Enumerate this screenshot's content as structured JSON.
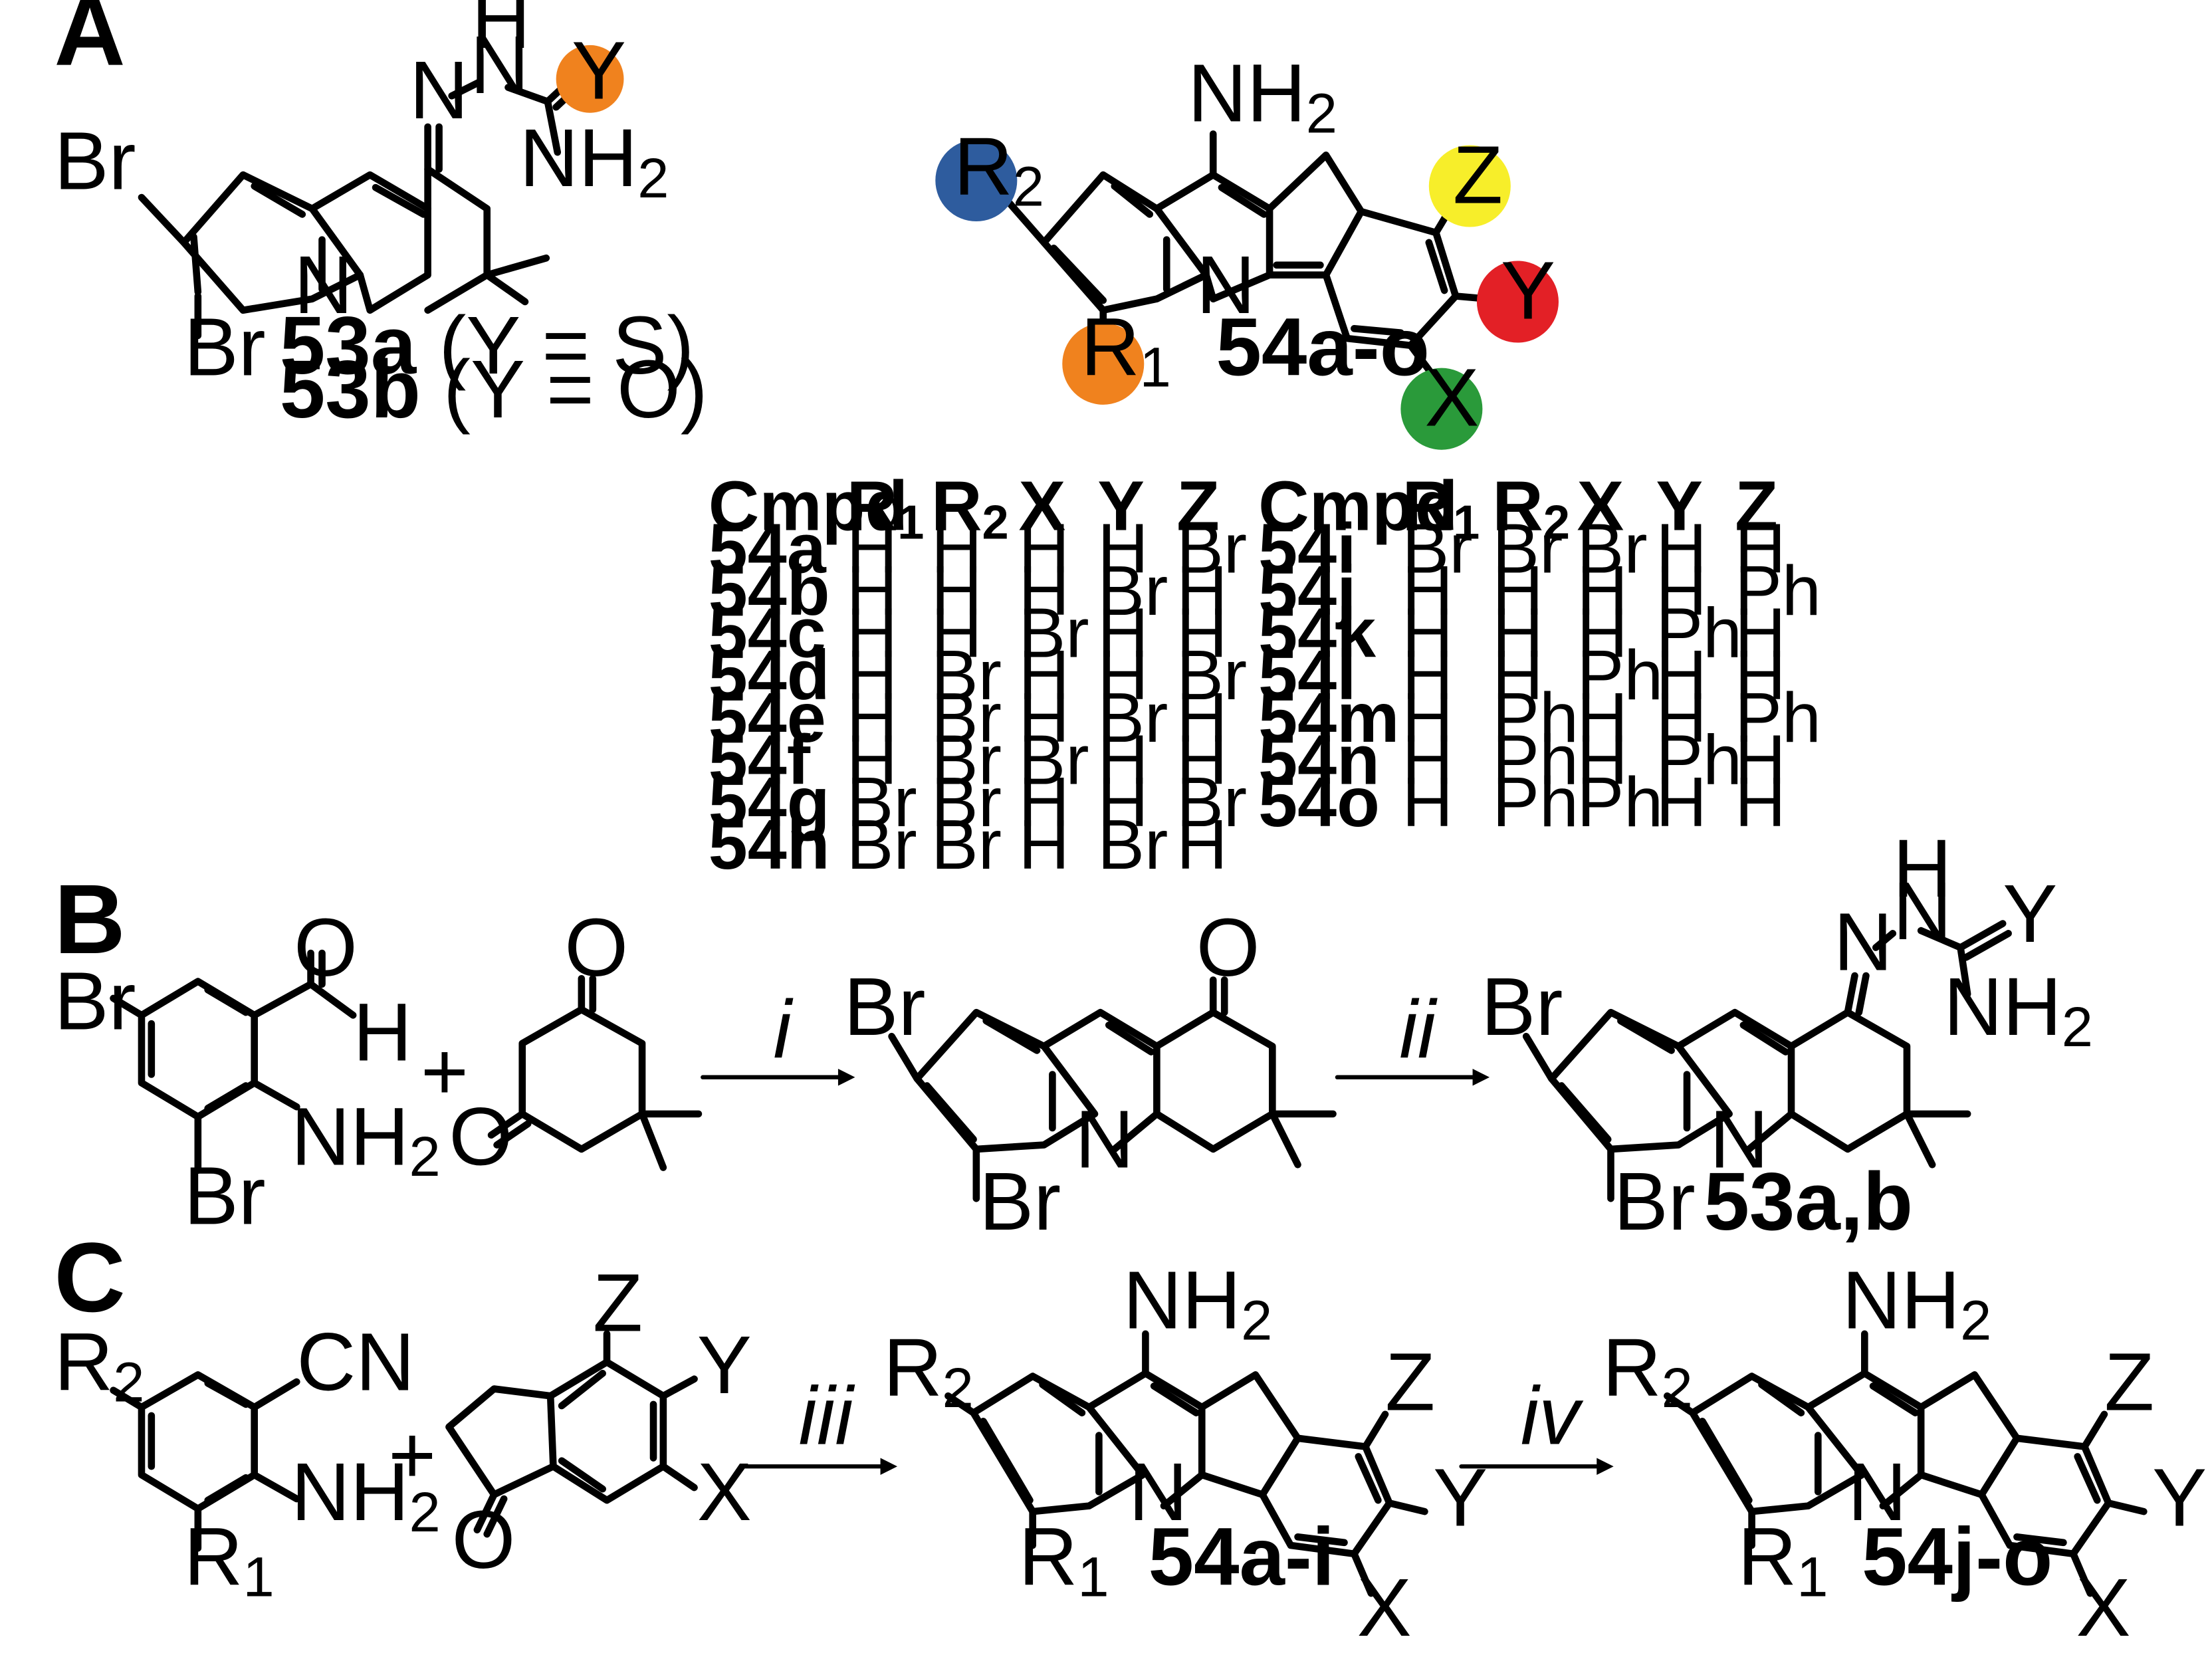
{
  "panels": {
    "a": "A",
    "b": "B",
    "c": "C"
  },
  "substituents": {
    "R1": "R",
    "R1_sub": "1",
    "R2": "R",
    "R2_sub": "2",
    "X": "X",
    "Y": "Y",
    "Z": "Z"
  },
  "atoms": {
    "Br": "Br",
    "N": "N",
    "NH2": "NH",
    "NH2_sub": "2",
    "H": "H",
    "O": "O",
    "CN": "CN",
    "Y": "Y"
  },
  "compound_labels": {
    "c53a_id": "53a",
    "c53a_note": " (Y = S)",
    "c53b_id": "53b",
    "c53b_note": " (Y = O)",
    "c54ao": "54a-o",
    "c53ab": "53a,b",
    "c54ai": "54a-i",
    "c54jo": "54j-o"
  },
  "plus": "+",
  "steps": {
    "i": "i",
    "ii": "ii",
    "iii": "iii",
    "iv": "iv"
  },
  "colors": {
    "R2": "#2e5c9e",
    "R1": "#f0821e",
    "Y53": "#f0821e",
    "Z": "#f7ee2a",
    "Y": "#e32026",
    "X": "#2a9a3a"
  },
  "table": {
    "headers": [
      "Cmpd",
      "R1",
      "R2",
      "X",
      "Y",
      "Z"
    ],
    "left_rows": [
      [
        "54a",
        "H",
        "H",
        "H",
        "H",
        "Br"
      ],
      [
        "54b",
        "H",
        "H",
        "H",
        "Br",
        "H"
      ],
      [
        "54c",
        "H",
        "H",
        "Br",
        "H",
        "H"
      ],
      [
        "54d",
        "H",
        "Br",
        "H",
        "H",
        "Br"
      ],
      [
        "54e",
        "H",
        "Br",
        "H",
        "Br",
        "H"
      ],
      [
        "54f",
        "H",
        "Br",
        "Br",
        "H",
        "H"
      ],
      [
        "54g",
        "Br",
        "Br",
        "H",
        "H",
        "Br"
      ],
      [
        "54h",
        "Br",
        "Br",
        "H",
        "Br",
        "H"
      ]
    ],
    "right_rows": [
      [
        "54i",
        "Br",
        "Br",
        "Br",
        "H",
        "H"
      ],
      [
        "54j",
        "H",
        "H",
        "H",
        "H",
        "Ph"
      ],
      [
        "54k",
        "H",
        "H",
        "H",
        "Ph",
        "H"
      ],
      [
        "54l",
        "H",
        "H",
        "Ph",
        "H",
        "H"
      ],
      [
        "54m",
        "H",
        "Ph",
        "H",
        "H",
        "Ph"
      ],
      [
        "54n",
        "H",
        "Ph",
        "H",
        "Ph",
        "H"
      ],
      [
        "54o",
        "H",
        "Ph",
        "Ph",
        "H",
        "H"
      ]
    ]
  }
}
